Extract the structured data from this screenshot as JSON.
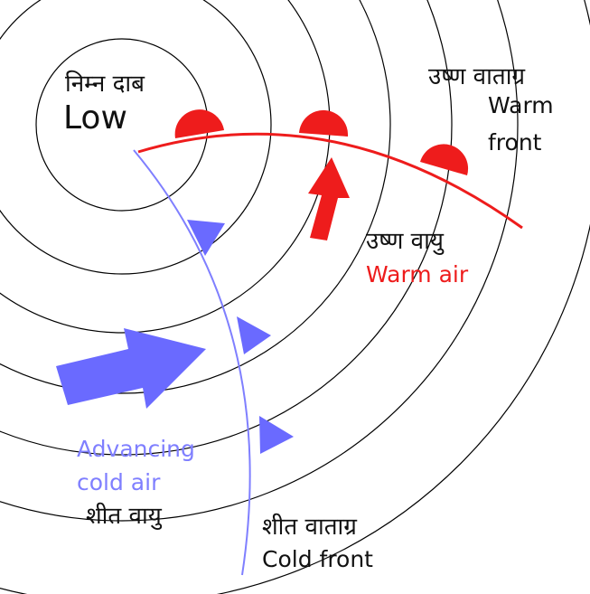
{
  "labels": {
    "low_hindi": "निम्न दाब",
    "low_en": "Low",
    "warm_front_hindi": "उष्ण वाताग्र",
    "warm_front_en_line1": "Warm",
    "warm_front_en_line2": "front",
    "warm_air_hindi": "उष्ण वायु",
    "warm_air_en": "Warm air",
    "cold_air_en_line1": "Advancing",
    "cold_air_en_line2": "cold air",
    "cold_air_hindi": "शीत वायु",
    "cold_front_hindi": "शीत वाताग्र",
    "cold_front_en": "Cold front"
  },
  "colors": {
    "isobar": "#000000",
    "warm_front": "#ee1c1c",
    "cold_front": "#7f7fff",
    "text": "#111111"
  }
}
